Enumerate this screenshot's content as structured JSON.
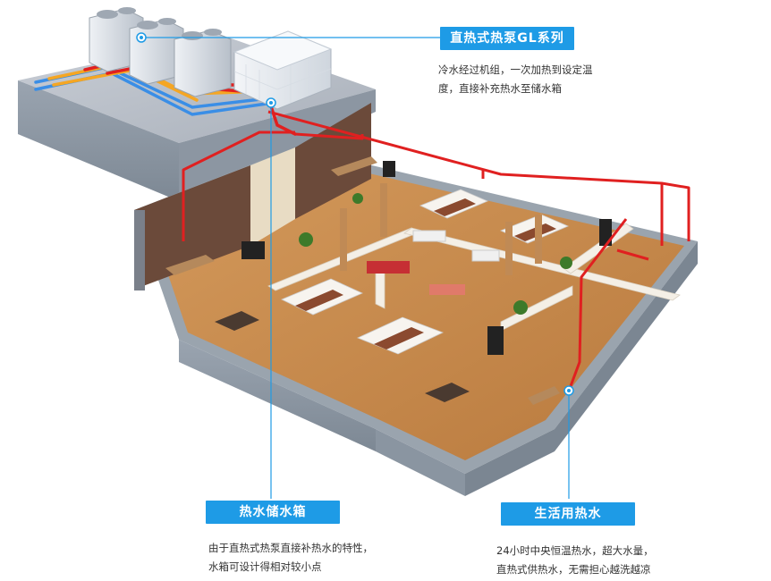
{
  "callouts": {
    "heat_pump": {
      "title": "直热式热泵GL系列",
      "lines": [
        "冷水经过机组，一次加热到设定温",
        "度，直接补充热水至储水箱"
      ]
    },
    "tank": {
      "title": "热水储水箱",
      "lines": [
        "由于直热式热泵直接补热水的特性，",
        "水箱可设计得相对较小点"
      ]
    },
    "hot_water": {
      "title": "生活用热水",
      "lines": [
        "24小时中央恒温热水，超大水量，",
        "直热式供热水，无需担心越洗越凉"
      ]
    }
  },
  "colors": {
    "accent": "#1e9be6",
    "hot_pipe": "#e02020",
    "warm_pipe": "#f5a623",
    "cold_pipe": "#3a8ee6",
    "floor": "#c8894f",
    "wall": "#8a8f99"
  }
}
